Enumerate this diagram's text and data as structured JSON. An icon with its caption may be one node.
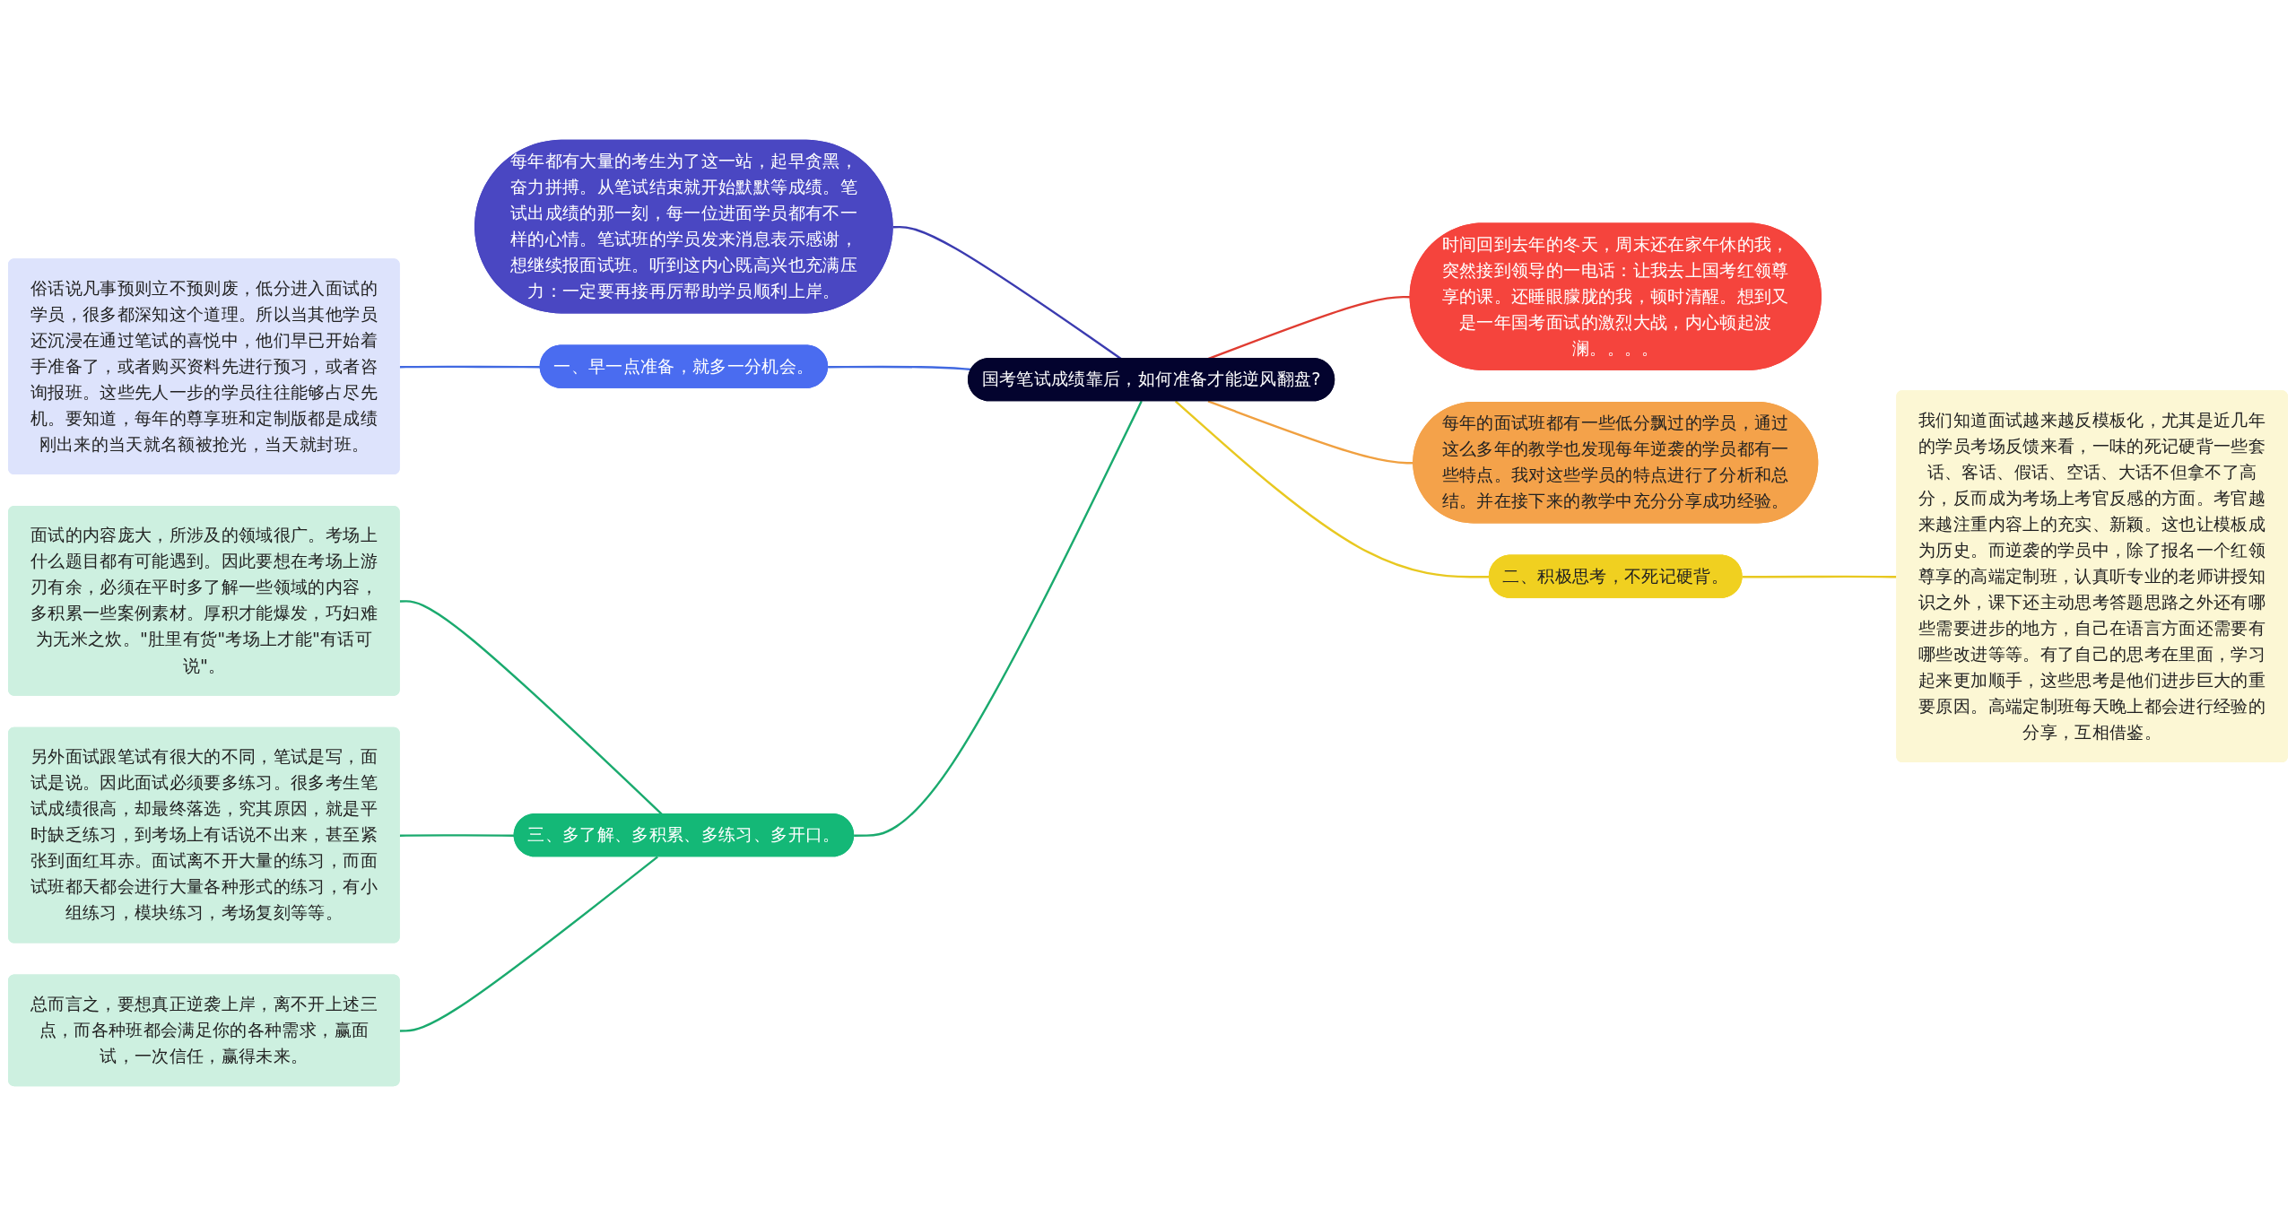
{
  "diagram": {
    "nodes": [
      {
        "text": [
          "国考笔试成绩靠后，如何准备才能逆风翻盘?"
        ]
      },
      {
        "text": [
          "每年都有大量的考生为了这一站，起早贪黑，奋力拼搏。从笔试结束就开始默默等成绩。笔试出成绩的那一刻，每一位进面学员都有不一样的心情。笔试班的学员发来消息表示感谢，想继续报面试班。听到这内心既高兴也充满压力：一定要再接再厉帮助学员顺利上岸。"
        ]
      },
      {
        "text": [
          "一、早一点准备，就多一分机会。"
        ]
      },
      {
        "text": [
          "俗话说凡事预则立不预则废，低分进入面试的学员，很多都深知这个道理。所以当其他学员还沉浸在通过笔试的喜悦中，他们早已开始着手准备了，或者购买资料先进行预习，或者咨询报班。这些先人一步的学员往往能够占尽先机。要知道，每年的尊享班和定制版都是成绩刚出来的当天就名额被抢光，当天就封班。"
        ]
      },
      {
        "text": [
          "三、多了解、多积累、多练习、多开口。"
        ]
      },
      {
        "text": [
          "面试的内容庞大，所涉及的领域很广。考场上什么题目都有可能遇到。因此要想在考场上游刃有余，必须在平时多了解一些领域的内容，多积累一些案例素材。厚积才能爆发，巧妇难为无米之炊。\"肚里有货\"考场上才能\"有话可说\"。"
        ]
      },
      {
        "text": [
          "另外面试跟笔试有很大的不同，笔试是写，面试是说。因此面试必须要多练习。很多考生笔试成绩很高，却最终落选，究其原因，就是平时缺乏练习，到考场上有话说不出来，甚至紧张到面红耳赤。面试离不开大量的练习，而面试班都天都会进行大量各种形式的练习，有小组练习，模块练习，考场复刻等等。"
        ]
      },
      {
        "text": [
          "总而言之，要想真正逆袭上岸，离不开上述三点，而各种班都会满足你的各种需求，赢面试，一次信任，赢得未来。"
        ]
      },
      {
        "text": [
          "时间回到去年的冬天，周末还在家午休的我，突然接到领导的一电话：让我去上国考红领尊享的课。还睡眼朦胧的我，顿时清醒。想到又是一年国考面试的激烈大战，内心顿起波澜。。。。"
        ]
      },
      {
        "text": [
          "每年的面试班都有一些低分飘过的学员，通过这么多年的教学也发现每年逆袭的学员都有一些特点。我对这些学员的特点进行了分析和总结。并在接下来的教学中充分分享成功经验。"
        ]
      },
      {
        "text": [
          "二、积极思考，不死记硬背。"
        ]
      },
      {
        "text": [
          "我们知道面试越来越反模板化，尤其是近几年的学员考场反馈来看，一味的死记硬背一些套话、客话、假话、空话、大话不但拿不了高分，反而成为考场上考官反感的方面。考官越来越注重内容上的充实、新颖。这也让模板成为历史。而逆袭的学员中，除了报名一个红领尊享的高端定制班，认真听专业的老师讲授知识之外，课下还主动思考答题思路之外还有哪些需要进步的地方，自己在语言方面还需要有哪些改进等等。有了自己的思考在里面，学习起来更加顺手，这些思考是他们进步巨大的重要原因。高端定制班每天晚上都会进行经验的分享，互相借鉴。"
        ]
      }
    ],
    "edges": [
      {
        "from": 1,
        "to": 0,
        "arrow": "none",
        "color": "#3b3bb0"
      },
      {
        "from": 2,
        "to": 0,
        "arrow": "none",
        "color": "#4169e1"
      },
      {
        "from": 3,
        "to": 2,
        "arrow": "none",
        "color": "#4169e1"
      },
      {
        "from": 4,
        "to": 0,
        "arrow": "none"
      },
      {
        "from": 5,
        "to": 4,
        "arrow": "none"
      },
      {
        "from": 6,
        "to": 4,
        "arrow": "none"
      },
      {
        "from": 7,
        "to": 4,
        "arrow": "none"
      },
      {
        "from": 0,
        "to": 8,
        "arrow": "none",
        "color": "#e03c31"
      },
      {
        "from": 0,
        "to": 9,
        "arrow": "none",
        "color": "#f0a040"
      },
      {
        "from": 0,
        "to": 10,
        "arrow": "none",
        "color": "#e8c820"
      },
      {
        "from": 10,
        "to": 11,
        "arrow": "none",
        "color": "#e8c820"
      }
    ]
  }
}
